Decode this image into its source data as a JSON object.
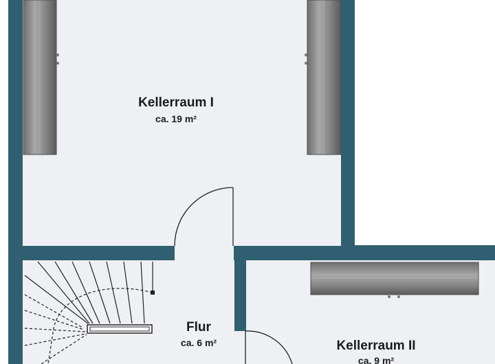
{
  "colors": {
    "wall": "#2f5f70",
    "floor": "#eef0f4",
    "shelf_light": "#9c9c9c",
    "shelf_dark": "#5e5e5e",
    "lines": "#222222"
  },
  "rooms": [
    {
      "id": "kellerraum-1",
      "name": "Kellerraum I",
      "area": "ca. 19 m²"
    },
    {
      "id": "flur",
      "name": "Flur",
      "area": "ca. 6 m²"
    },
    {
      "id": "kellerraum-2",
      "name": "Kellerraum II",
      "area": "ca. 9 m²"
    }
  ],
  "furniture": [
    {
      "id": "shelf-left",
      "icon": "shelf-icon"
    },
    {
      "id": "shelf-right",
      "icon": "shelf-icon"
    },
    {
      "id": "shelf-bottom",
      "icon": "shelf-icon"
    }
  ],
  "doors": [
    {
      "id": "door-kellerraum-1",
      "icon": "door-swing-icon"
    },
    {
      "id": "door-kellerraum-2",
      "icon": "door-swing-icon"
    }
  ],
  "stairs": {
    "icon": "staircase-icon"
  }
}
